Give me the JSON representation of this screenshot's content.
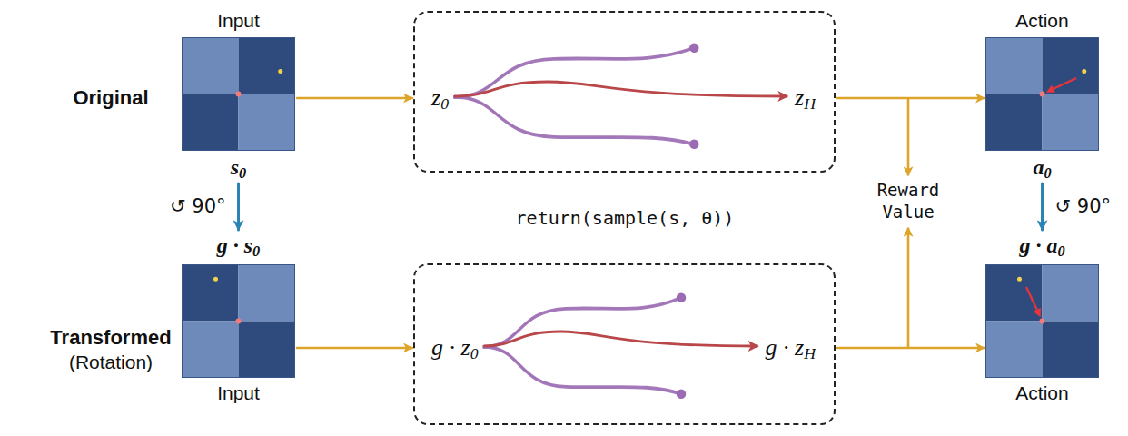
{
  "diagram": {
    "nodes": [
      {
        "text": [
          "Input",
          "s0"
        ]
      },
      {
        "text": [
          "z0",
          "zH"
        ]
      },
      {
        "text": [
          "Action",
          "a0"
        ]
      },
      {
        "text": [
          "g · s0",
          "Input"
        ]
      },
      {
        "text": [
          "g · z0",
          "g · zH"
        ]
      },
      {
        "text": [
          "g · a0",
          "Action"
        ]
      }
    ],
    "edges": [
      {
        "from": 0,
        "to": 1,
        "arrow": "to"
      },
      {
        "from": 1,
        "to": 2,
        "arrow": "to"
      },
      {
        "from": 3,
        "to": 4,
        "arrow": "to"
      },
      {
        "from": 4,
        "to": 5,
        "arrow": "to"
      },
      {
        "from": 0,
        "to": 3,
        "label": "↺ 90°",
        "arrow": "to"
      },
      {
        "from": 2,
        "to": 5,
        "label": "↺ 90°",
        "arrow": "to"
      }
    ],
    "labels": [
      "Original",
      "Transformed",
      "(Rotation)",
      "return(sample(s, θ))",
      "Reward Value"
    ]
  }
}
